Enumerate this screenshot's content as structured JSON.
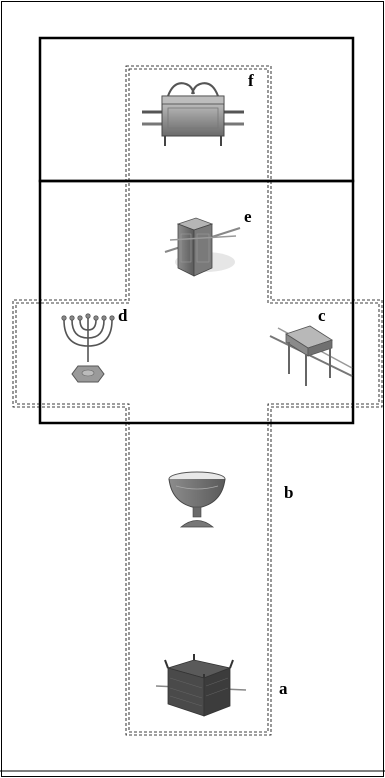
{
  "diagram": {
    "labels": {
      "a": "a",
      "b": "b",
      "c": "c",
      "d": "d",
      "e": "e",
      "f": "f"
    },
    "items": [
      {
        "label_key": "a",
        "icon": "altar-of-burnt-offering-icon"
      },
      {
        "label_key": "b",
        "icon": "bronze-laver-icon"
      },
      {
        "label_key": "c",
        "icon": "table-of-showbread-icon"
      },
      {
        "label_key": "d",
        "icon": "menorah-lampstand-icon"
      },
      {
        "label_key": "e",
        "icon": "altar-of-incense-icon"
      },
      {
        "label_key": "f",
        "icon": "ark-of-the-covenant-icon"
      }
    ],
    "colors": {
      "line": "#000000",
      "metal": "#8a8a8a",
      "dark_metal": "#4a4a4a",
      "bronze": "#6e6e6e"
    }
  }
}
